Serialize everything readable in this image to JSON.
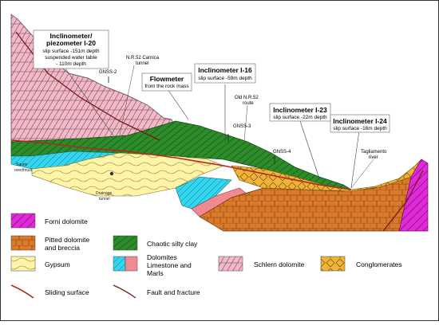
{
  "colors": {
    "schlern": "#f4b9c8",
    "clay": "#2e8b2a",
    "clay_dark": "#1d6a1e",
    "gypsum": "#fff4a8",
    "pitted": "#d9792a",
    "pitted_dark": "#a85412",
    "forni": "#e02ad8",
    "conglomerate": "#f0b33a",
    "dolomite_cyan": "#33d6ee",
    "marl_pink": "#f08a92",
    "sliding": "#b2281f",
    "fault": "#7a1a18"
  },
  "callouts": [
    {
      "title_line1": "Inclinometer/",
      "title_line2": "piezometer I-20",
      "desc_line1": "slip surface -151m depth",
      "desc_line2": "suspended water table",
      "desc_line3": "- 110m depth"
    },
    {
      "title": "Flowmeter",
      "desc": "from the rock mass"
    },
    {
      "title": "Inclinometer I-16",
      "desc": "slip surface -59m depth"
    },
    {
      "title": "Inclinometer I-23",
      "desc": "slip surface -22m depth"
    },
    {
      "title": "Inclinometer I-24",
      "desc": "slip surface -16m depth"
    }
  ],
  "labels": {
    "gnss2": "GNSS-2",
    "gnss3": "GNSS-3",
    "gnss4": "GNSS-4",
    "nr52_line1": "N.R.52 Carnica",
    "nr52_line2": "tunnel",
    "old_nr52_line1": "Old N.R.52",
    "old_nr52_line2": "route",
    "sauris_line1": "Sauris",
    "sauris_line2": "overthrust",
    "drainage_line1": "Drainage",
    "drainage_line2": "tunnel",
    "tagliamento_line1": "Tagliamento",
    "tagliamento_line2": "river"
  },
  "legend": {
    "forni": "Forni dolomite",
    "pitted_line1": "Pitted dolomite",
    "pitted_line2": "and breccia",
    "clay": "Chaotic silty clay",
    "gypsum": "Gypsum",
    "dolomites_line1": "Dolomites",
    "dolomites_line2": "Limestone and",
    "dolomites_line3": "Marls",
    "schlern": "Schlern dolomite",
    "conglomerates": "Conglomerates",
    "sliding": "Sliding surface",
    "fault": "Fault and fracture"
  }
}
